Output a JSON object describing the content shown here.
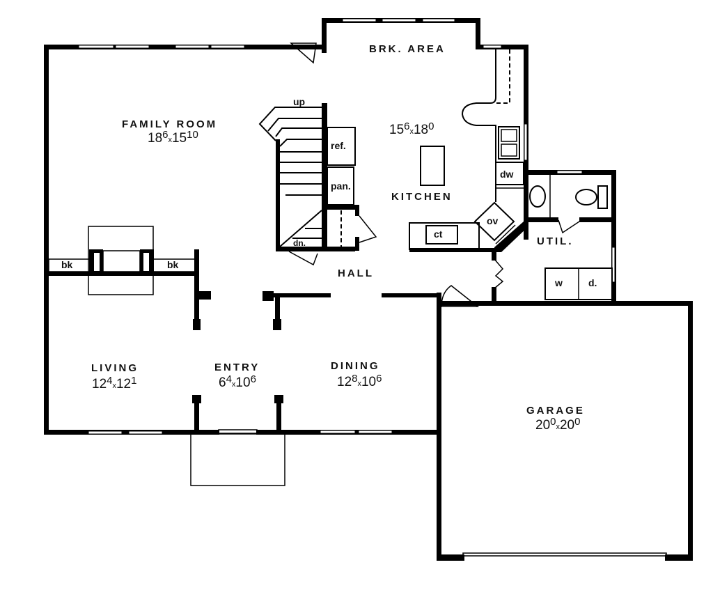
{
  "plan": {
    "rooms": [
      {
        "id": "family-room",
        "name": "FAMILY ROOM",
        "dim_a": "18",
        "dim_a_sup": "6",
        "dim_b": "15",
        "dim_b_sup": "10"
      },
      {
        "id": "brk-area",
        "name": "BRK. AREA"
      },
      {
        "id": "kitchen",
        "name": "KITCHEN",
        "dim_a": "15",
        "dim_a_sup": "6",
        "dim_b": "18",
        "dim_b_sup": "0"
      },
      {
        "id": "hall",
        "name": "HALL"
      },
      {
        "id": "util",
        "name": "UTIL."
      },
      {
        "id": "living",
        "name": "LIVING",
        "dim_a": "12",
        "dim_a_sup": "4",
        "dim_b": "12",
        "dim_b_sup": "1"
      },
      {
        "id": "entry",
        "name": "ENTRY",
        "dim_a": "6",
        "dim_a_sup": "4",
        "dim_b": "10",
        "dim_b_sup": "6"
      },
      {
        "id": "dining",
        "name": "DINING",
        "dim_a": "12",
        "dim_a_sup": "8",
        "dim_b": "10",
        "dim_b_sup": "6"
      },
      {
        "id": "garage",
        "name": "GARAGE",
        "dim_a": "20",
        "dim_a_sup": "0",
        "dim_b": "20",
        "dim_b_sup": "0"
      }
    ],
    "fixtures": {
      "stairs_up": "up",
      "stairs_down": "dn.",
      "refrigerator": "ref.",
      "pantry": "pan.",
      "dishwasher": "dw",
      "oven": "ov",
      "cooktop": "ct",
      "washer": "w",
      "dryer": "d.",
      "bookcase_left": "bk",
      "bookcase_right": "bk"
    },
    "dim_separator": "x"
  }
}
